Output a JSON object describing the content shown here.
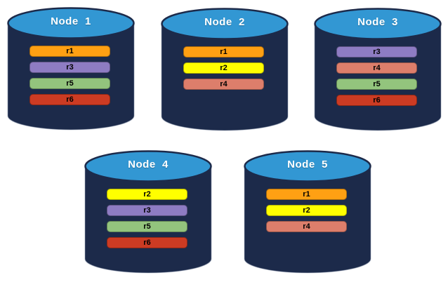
{
  "diagram": {
    "description": "Five database node cylinders showing replica placement",
    "background_color": "#FFFFFF"
  },
  "cylinder": {
    "body_color": "#1C2A4A",
    "top_color": "#3297D3",
    "outline_color": "#1C2A4A",
    "title_color": "#FFFFFF"
  },
  "replica_colors": {
    "r1": "#FFA013",
    "r2": "#FFFF00",
    "r3": "#8E7CC3",
    "r4": "#DD7E6B",
    "r5": "#93C47D",
    "r6": "#CC3B23"
  },
  "bar_text_color": "#000000",
  "nodes": [
    {
      "title": "Node  1",
      "replicas": [
        "r1",
        "r3",
        "r5",
        "r6"
      ]
    },
    {
      "title": "Node  2",
      "replicas": [
        "r1",
        "r2",
        "r4"
      ]
    },
    {
      "title": "Node  3",
      "replicas": [
        "r3",
        "r4",
        "r5",
        "r6"
      ]
    },
    {
      "title": "Node  4",
      "replicas": [
        "r2",
        "r3",
        "r5",
        "r6"
      ]
    },
    {
      "title": "Node  5",
      "replicas": [
        "r1",
        "r2",
        "r4"
      ]
    }
  ]
}
